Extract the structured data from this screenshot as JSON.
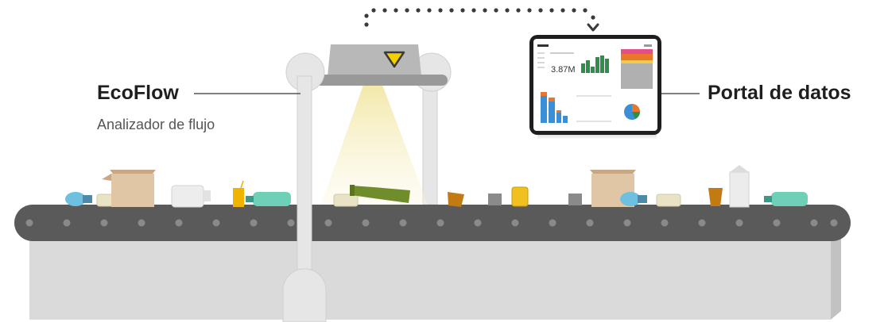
{
  "labels": {
    "ecoflow_title": "EcoFlow",
    "ecoflow_subtitle": "Analizador de flujo",
    "portal_title": "Portal de datos"
  },
  "dashboard": {
    "kpi_value": "3.87M"
  },
  "colors": {
    "belt": "#555555",
    "belt_dot": "#8a8a8a",
    "base": "#dadada",
    "base_side": "#c4c4c4",
    "scanner": "#b3b3b3",
    "scanner_dark": "#8f8f8f",
    "arm": "#e3e3e3",
    "arm_stroke": "#cfcfcf",
    "light_beam": "#f5eec0",
    "indicator": "#f4d000",
    "accent_blue": "#3b8fd6",
    "accent_green": "#2f8f4a",
    "accent_orange": "#e8762b"
  }
}
